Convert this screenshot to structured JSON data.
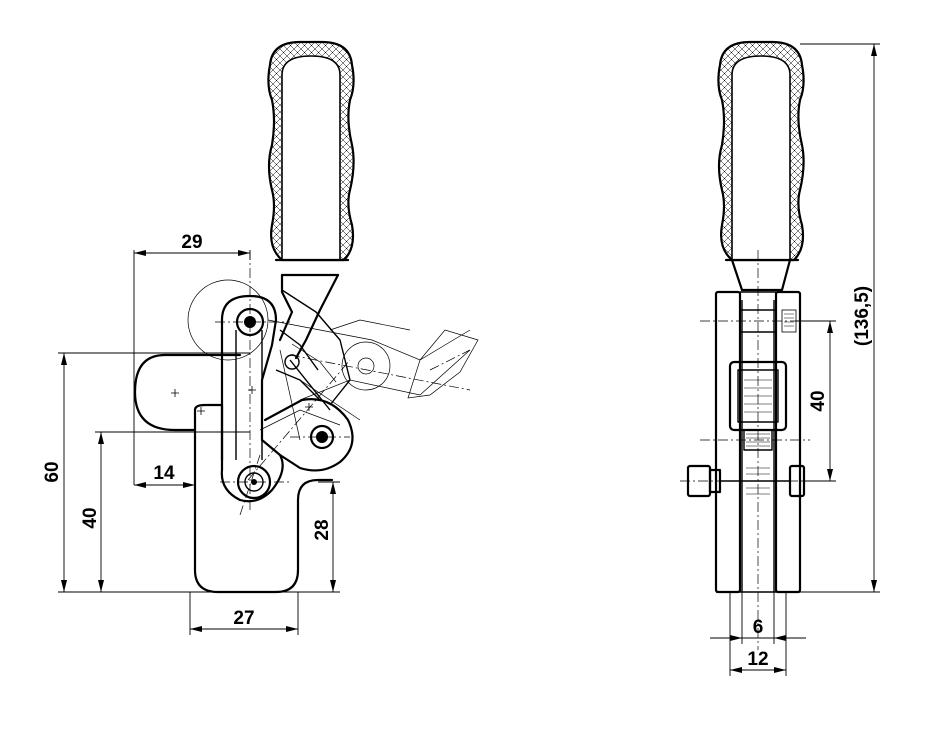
{
  "drawing": {
    "front_view": {
      "dimensions": {
        "pivot_to_handle": "29",
        "base_offset": "14",
        "overall_height": "60",
        "base_height": "40",
        "foot_height": "28",
        "foot_width": "27"
      }
    },
    "side_view": {
      "dimensions": {
        "overall_height": "(136,5)",
        "pivot_spacing": "40",
        "bar_width": "6",
        "body_width": "12"
      }
    }
  }
}
